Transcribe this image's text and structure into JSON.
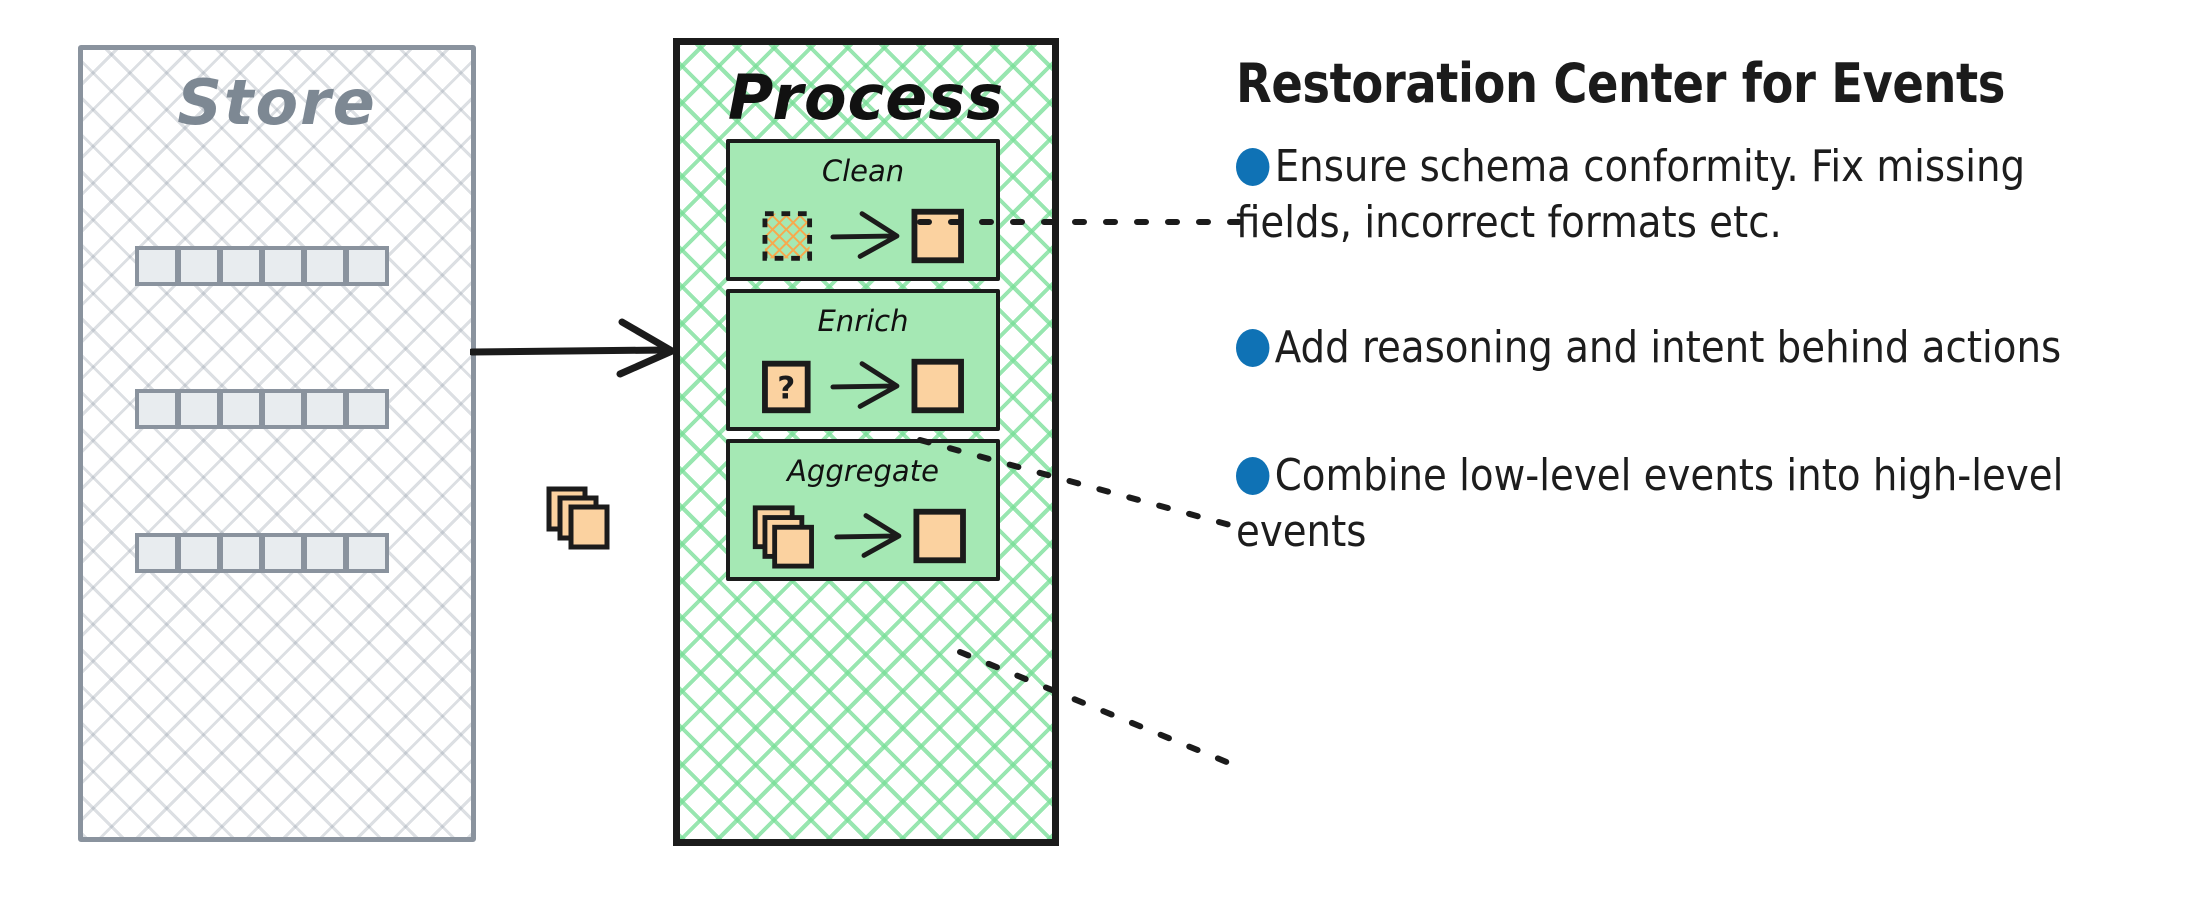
{
  "diagram": {
    "store": {
      "title": "Store",
      "rows": [
        {
          "cells": 6
        },
        {
          "cells": 6
        },
        {
          "cells": 6
        }
      ],
      "border_color": "#8a939e",
      "hatch_color": "#8b96a3",
      "cell_fill": "#e8ecef"
    },
    "flow": {
      "arrow_label": "",
      "card_stack_icon": "stacked-cards-icon"
    },
    "process": {
      "title": "Process",
      "border_color": "#1b1b1b",
      "hatch_color": "#76de96",
      "card_fill": "#a5e8b4",
      "steps": [
        {
          "label": "Clean",
          "input_icon": "hatched-dashed-square-icon",
          "output_icon": "orange-square-icon"
        },
        {
          "label": "Enrich",
          "input_icon": "question-mark-square-icon",
          "input_glyph": "?",
          "output_icon": "orange-square-icon"
        },
        {
          "label": "Aggregate",
          "input_icon": "stacked-cards-icon",
          "output_icon": "orange-square-icon"
        }
      ]
    }
  },
  "panel": {
    "title": "Restoration Center for Events",
    "bullet_color": "#0f72b5",
    "bullets": [
      {
        "text": "Ensure schema conformity. Fix missing fields, incorrect formats etc."
      },
      {
        "text": "Add reasoning and intent behind actions"
      },
      {
        "text": "Combine low-level events into high-level events"
      }
    ]
  },
  "colors": {
    "orange_fill": "#fbd2a0",
    "orange_hatch": "#f7a94e",
    "ink": "#1b1b1b",
    "store_ink": "#7d8893",
    "accent_blue": "#0f72b5",
    "process_green": "#a5e8b4"
  }
}
